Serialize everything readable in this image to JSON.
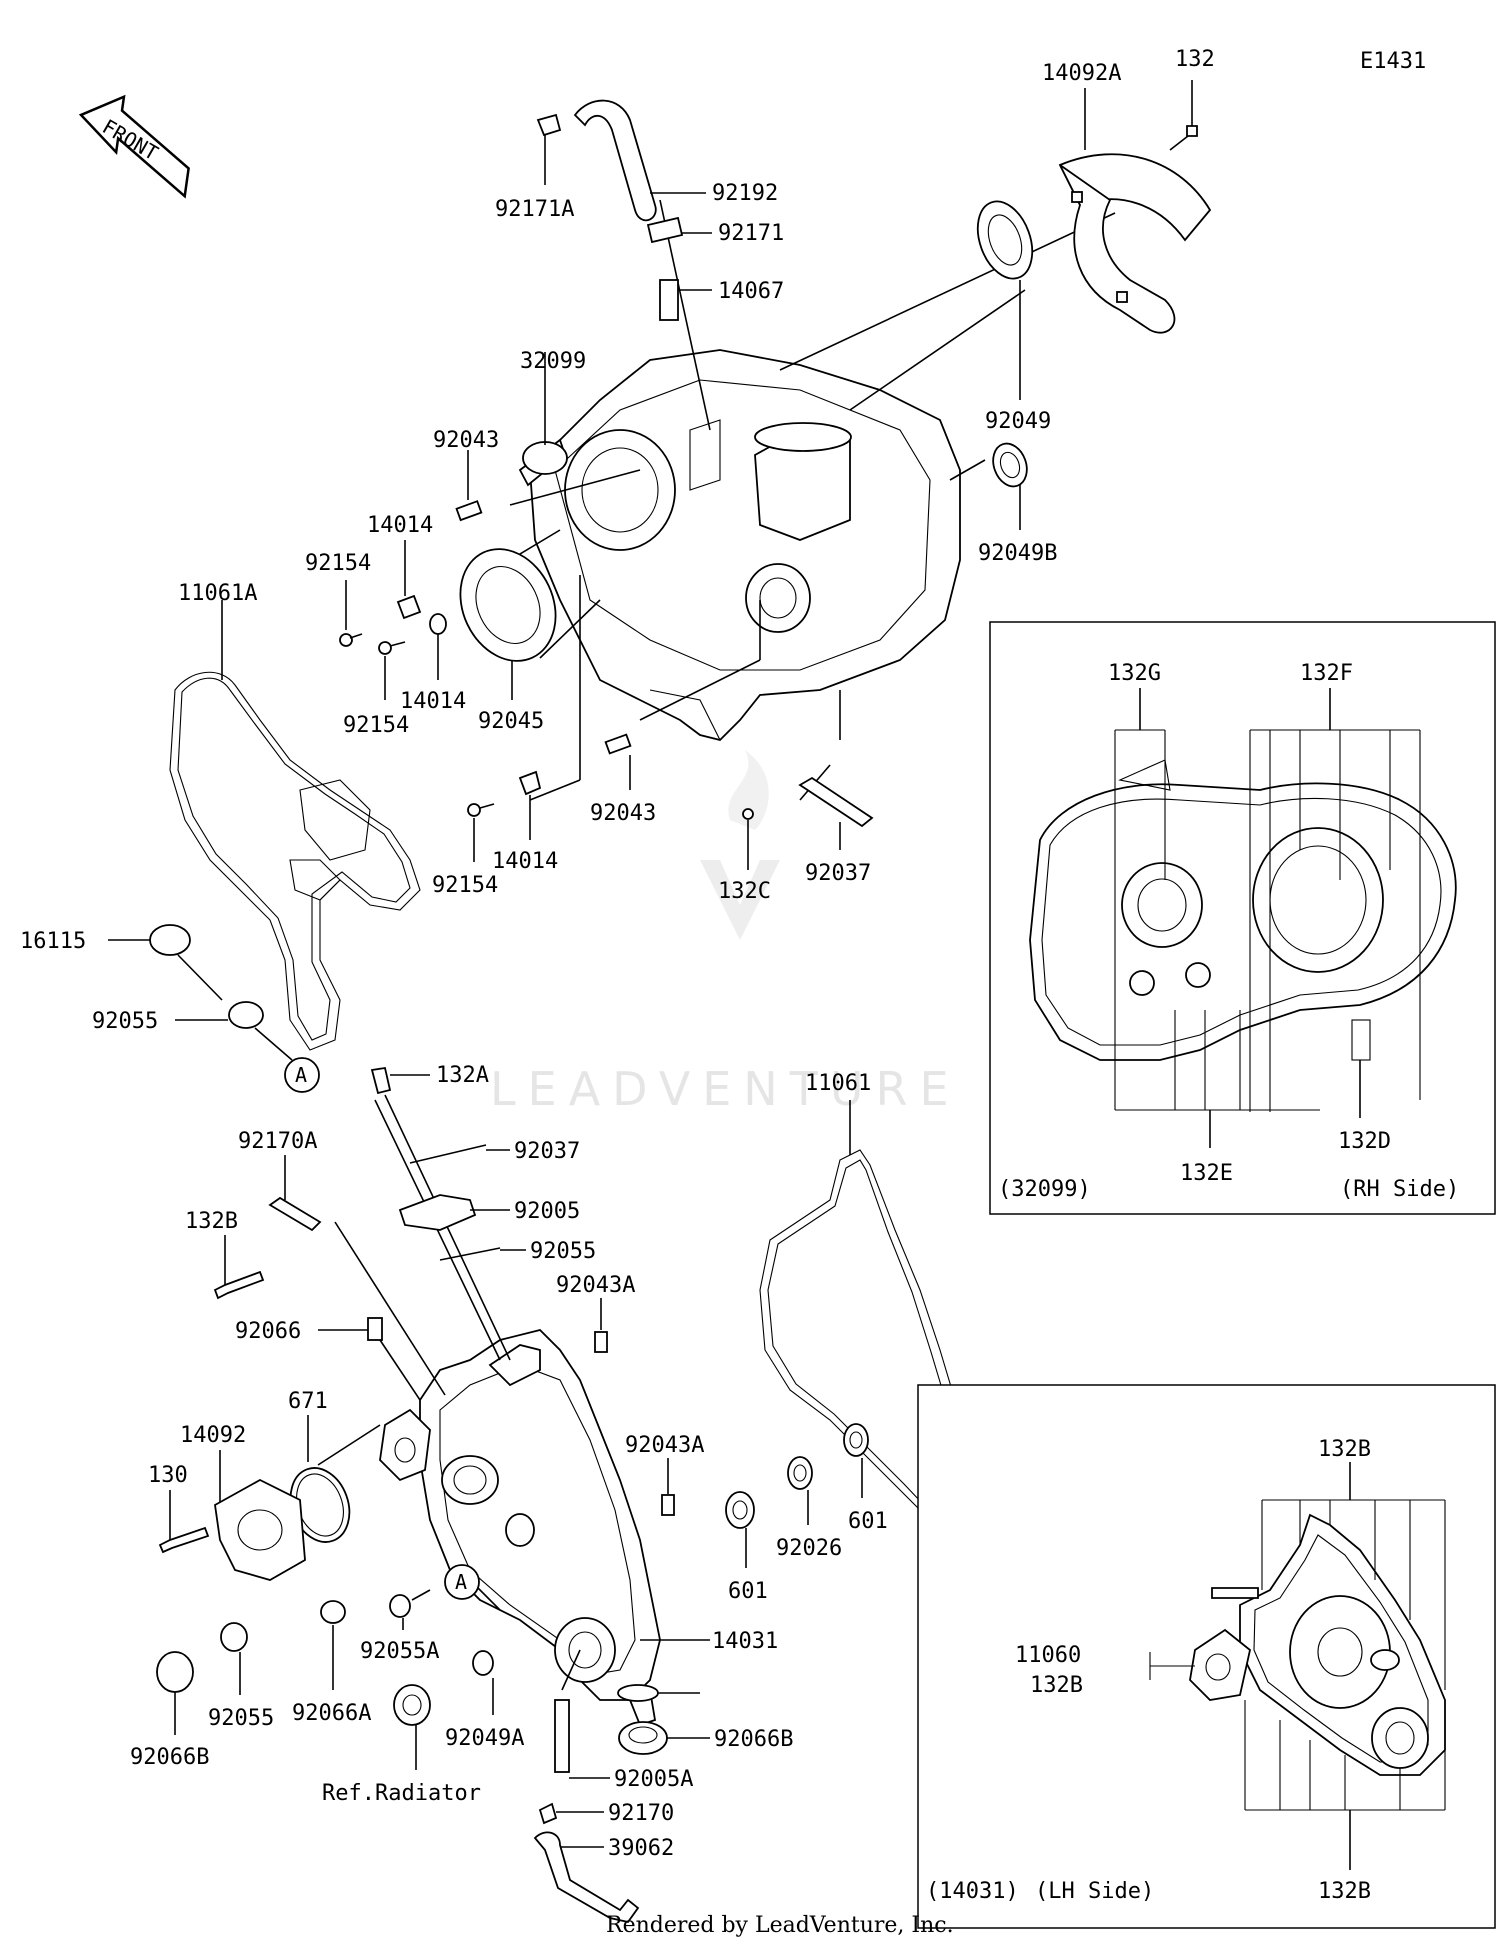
{
  "diagram_code": "E1431",
  "front_label": "FRONT",
  "footer": "Rendered by LeadVenture, Inc.",
  "watermark": "LEADVENTURE",
  "circle_ref": "A",
  "part_labels": {
    "p14092A": "14092A",
    "p132": "132",
    "p92171A": "92171A",
    "p92192": "92192",
    "p92171": "92171",
    "p14067": "14067",
    "p32099": "32099",
    "p92049": "92049",
    "p92043_top": "92043",
    "p92049B": "92049B",
    "p14014_a": "14014",
    "p92154_a": "92154",
    "p11061A": "11061A",
    "p14014_b": "14014",
    "p92154_b": "92154",
    "p92045": "92045",
    "p92043_mid": "92043",
    "p14014_c": "14014",
    "p92154_c": "92154",
    "p132C": "132C",
    "p92037_top": "92037",
    "p16115": "16115",
    "p92055_top": "92055",
    "p132A": "132A",
    "p92170A": "92170A",
    "p92037_mid": "92037",
    "p92005": "92005",
    "p132B": "132B",
    "p92055_mid": "92055",
    "p92043A_a": "92043A",
    "p92066": "92066",
    "p11061": "11061",
    "p671": "671",
    "p14092": "14092",
    "p130": "130",
    "p92043A_b": "92043A",
    "p601_a": "601",
    "p92026": "92026",
    "p601_b": "601",
    "p92055A": "92055A",
    "p14031": "14031",
    "p92055_low": "92055",
    "p92066A": "92066A",
    "p92049A": "92049A",
    "p92066B_r": "92066B",
    "p92066B_l": "92066B",
    "p92005A": "92005A",
    "pRefRadiator": "Ref.Radiator",
    "p92170": "92170",
    "p39062": "39062"
  },
  "inset_rh": {
    "label_132G": "132G",
    "label_132F": "132F",
    "label_132E": "132E",
    "label_132D": "132D",
    "ref": "(32099)",
    "side": "(RH Side)"
  },
  "inset_lh": {
    "label_132B_top": "132B",
    "label_11060": "11060",
    "label_132B_mid": "132B",
    "label_132B_bot": "132B",
    "ref": "(14031)",
    "side": "(LH Side)"
  }
}
